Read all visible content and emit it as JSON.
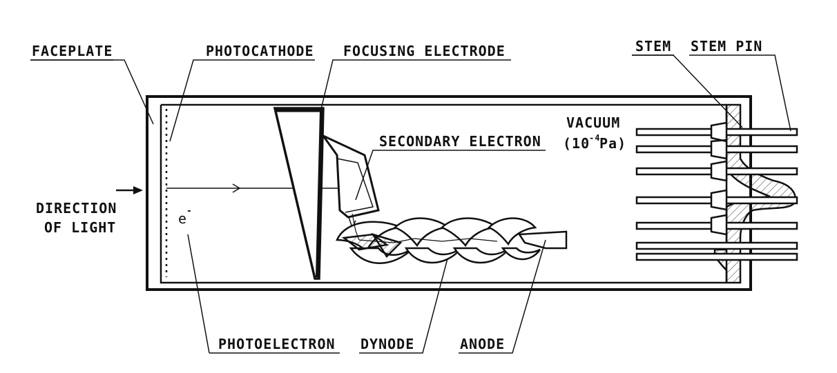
{
  "labels": {
    "faceplate": "FACEPLATE",
    "photocathode": "PHOTOCATHODE",
    "focusing_electrode": "FOCUSING ELECTRODE",
    "stem": "STEM",
    "stem_pin": "STEM PIN",
    "secondary_electron": "SECONDARY ELECTRON",
    "vacuum": "VACUUM",
    "vacuum_pressure_base": "(10",
    "vacuum_pressure_exp": "-4",
    "vacuum_pressure_unit": "Pa)",
    "direction_of_light_1": "DIRECTION",
    "direction_of_light_2": "OF LIGHT",
    "electron_symbol": "e",
    "electron_charge": "-",
    "photoelectron": "PHOTOELECTRON",
    "dynode": "DYNODE",
    "anode": "ANODE"
  }
}
